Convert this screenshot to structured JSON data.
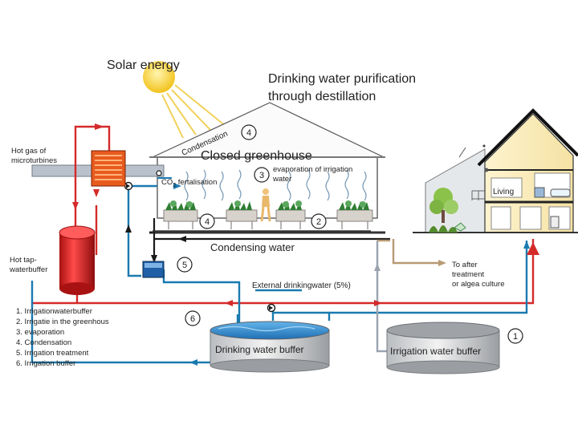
{
  "labels": {
    "solar": "Solar energy",
    "title_line1": "Drinking water purification",
    "title_line2": "through destillation",
    "condensation": "Condensation",
    "greenhouse": "Closed greenhouse",
    "hot_gas_1": "Hot gas of",
    "hot_gas_2": "microturbines",
    "co2_a": "CO",
    "co2_sub": "2",
    "co2_b": " fertalisation",
    "evap_1": "evaporation of irrigation",
    "evap_2": "water",
    "living": "Living",
    "condensing_water": "Condensing water",
    "hot_tap_1": "Hot tap-",
    "hot_tap_2": "waterbuffer",
    "after_1": "To after",
    "after_2": "treatment",
    "after_3": "or algea culture",
    "external": "External drinkingwater (5%)",
    "drinking_buffer": "Drinking water buffer",
    "irrigation_buffer": "Irrigation water buffer"
  },
  "markers": [
    "1",
    "2",
    "3",
    "4",
    "5",
    "6"
  ],
  "legend": [
    "1. Irrigationwaterbuffer",
    "2. Irrigatie in the greenhous",
    "3. evaporation",
    "4. Condensation",
    "5. Irrigation treatment",
    "6. Irrigation buffer"
  ],
  "colors": {
    "hot_pipe": "#d42a2a",
    "cold_pipe": "#1a7ab0",
    "grey_pipe": "#9aa4b0",
    "tan_pipe": "#b99a74",
    "dark_line": "#1a1a1a",
    "water": "#2f8fd0",
    "sun": "#f6cf3a"
  }
}
